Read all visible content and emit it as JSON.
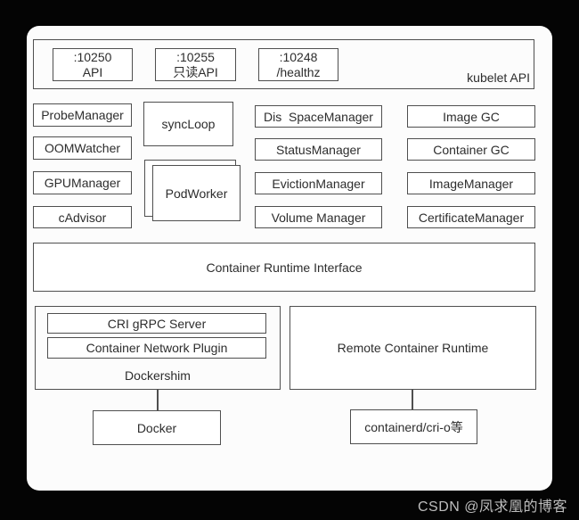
{
  "kubelet_api": {
    "label": "kubelet API",
    "ports": [
      {
        "port": ":10250",
        "name": "API"
      },
      {
        "port": ":10255",
        "name": "只读API"
      },
      {
        "port": ":10248",
        "name": "/healthz"
      }
    ]
  },
  "components": {
    "left": [
      "ProbeManager",
      "OOMWatcher",
      "GPUManager",
      "cAdvisor"
    ],
    "sync_loop": "syncLoop",
    "pod_worker": "PodWorker",
    "middle": [
      "Dis  SpaceManager",
      "StatusManager",
      "EvictionManager",
      "Volume Manager"
    ],
    "right": [
      "Image GC",
      "Container GC",
      "ImageManager",
      "CertificateManager"
    ]
  },
  "runtime": {
    "cri": "Container Runtime Interface",
    "dockershim": {
      "label": "Dockershim",
      "cri_grpc_server": "CRI gRPC Server",
      "container_network_plugin": "Container Network Plugin"
    },
    "remote_container_runtime": "Remote Container Runtime",
    "docker": "Docker",
    "containerd": "containerd/cri-o等"
  },
  "watermark": "CSDN @凤求凰的博客",
  "colors": {
    "background": "#040404",
    "panel": "#fcfcfc",
    "box_border": "#4f4f4f",
    "text": "#2d2d2d",
    "watermark_text": "#bdbdbd"
  }
}
